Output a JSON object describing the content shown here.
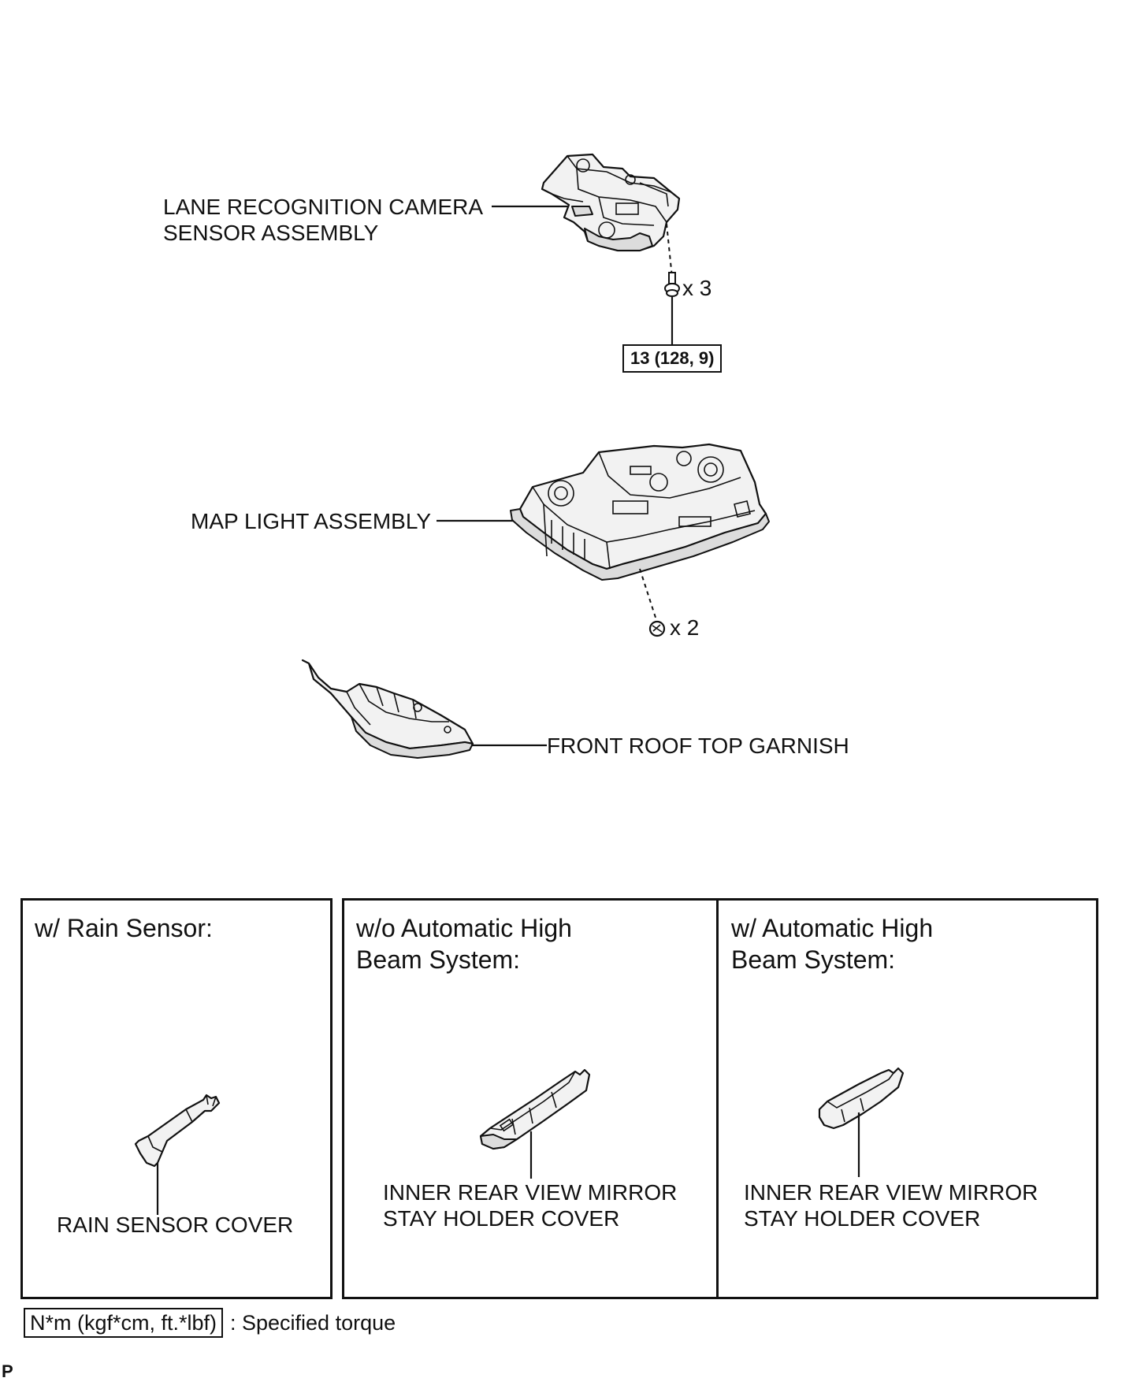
{
  "parts": {
    "camera_label": [
      "LANE RECOGNITION CAMERA",
      "SENSOR ASSEMBLY"
    ],
    "camera_bolt_qty": "x 3",
    "camera_torque": "13 (128, 9)",
    "map_light_label": "MAP LIGHT ASSEMBLY",
    "map_light_screw_qty": "x 2",
    "garnish_label": "FRONT ROOF TOP GARNISH"
  },
  "panels": [
    {
      "header": [
        "w/ Rain Sensor:"
      ],
      "label": [
        "RAIN SENSOR COVER"
      ]
    },
    {
      "header": [
        "w/o Automatic High",
        "Beam System:"
      ],
      "label": [
        "INNER REAR VIEW MIRROR",
        "STAY HOLDER COVER"
      ]
    },
    {
      "header": [
        "w/ Automatic High",
        "Beam System:"
      ],
      "label": [
        "INNER REAR VIEW MIRROR",
        "STAY HOLDER COVER"
      ]
    }
  ],
  "legend": {
    "unit": "N*m (kgf*cm, ft.*lbf)",
    "text": ": Specified torque"
  },
  "corner_mark": "P"
}
